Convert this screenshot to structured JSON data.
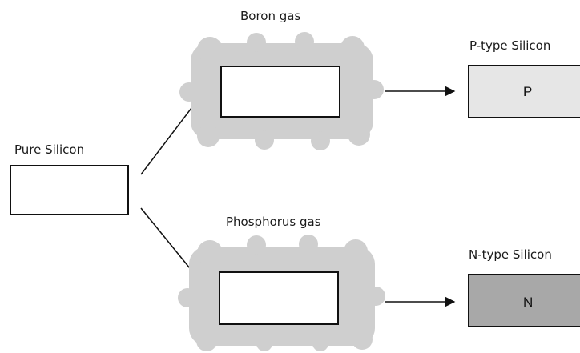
{
  "diagram": {
    "labels": {
      "pure": "Pure Silicon",
      "boron": "Boron gas",
      "phosphorus": "Phosphorus gas",
      "ptype": "P-type Silicon",
      "ntype": "N-type Silicon"
    },
    "letters": {
      "p": "P",
      "n": "N"
    },
    "colors": {
      "gas_cloud": "#cfcfcf",
      "p_fill": "#e6e6e6",
      "n_fill": "#a8a8a8",
      "outline": "#111111"
    }
  }
}
